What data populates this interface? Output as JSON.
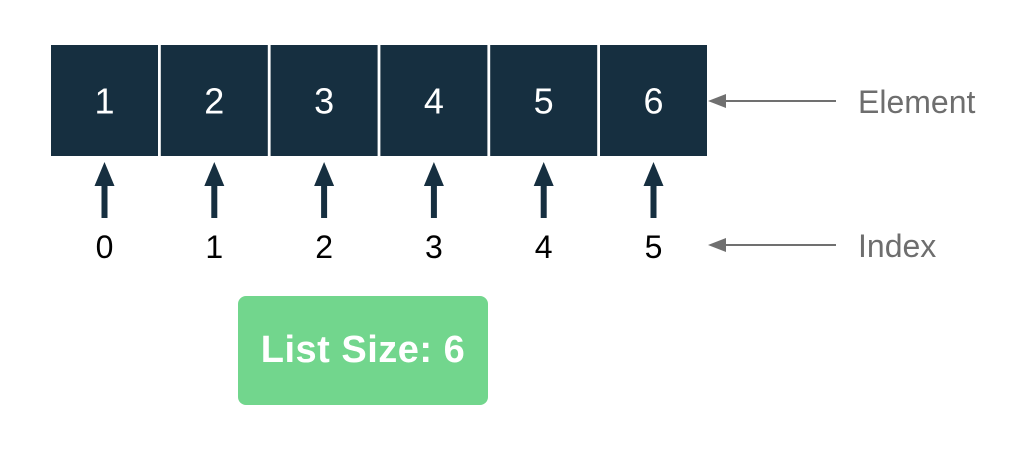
{
  "list": {
    "elements": [
      "1",
      "2",
      "3",
      "4",
      "5",
      "6"
    ],
    "indices": [
      "0",
      "1",
      "2",
      "3",
      "4",
      "5"
    ]
  },
  "labels": {
    "element": "Element",
    "index": "Index"
  },
  "size_badge": {
    "text": "List Size: 6"
  },
  "colors": {
    "cell": "#162f40",
    "cell_text": "#ffffff",
    "callout": "#6e6e6e",
    "badge": "#72d68d"
  }
}
